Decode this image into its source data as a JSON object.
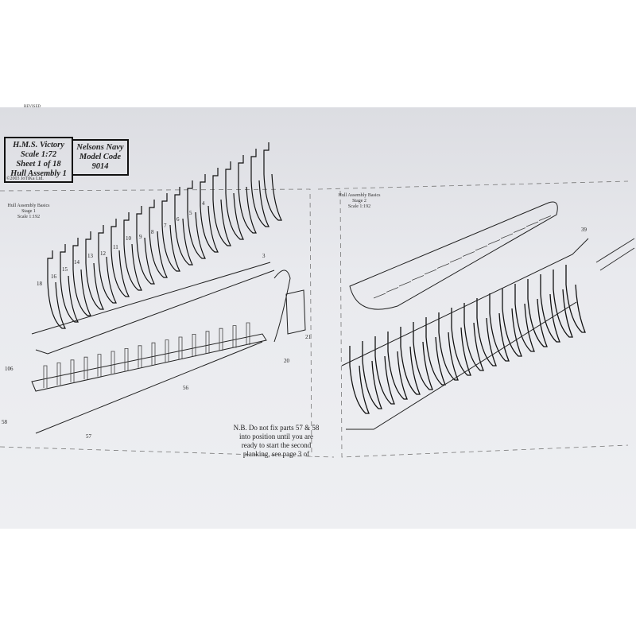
{
  "header_scribble": "REVISED",
  "title_box": {
    "lines": [
      "H.M.S. Victory",
      "Scale 1:72",
      "Sheet 1 of 18",
      "Hull Assembly 1"
    ]
  },
  "code_box": {
    "lines": [
      "Nelsons Navy",
      "Model Code",
      "9014"
    ]
  },
  "copyright": "©2003 JoTiKa Ltd.",
  "stage1": {
    "lines": [
      "Hull Assembly Basics",
      "Stage 1",
      "Scale 1:192"
    ]
  },
  "stage2": {
    "lines": [
      "Hull Assembly Basics",
      "Stage 2",
      "Scale 1:192"
    ]
  },
  "note": {
    "lines": [
      "N.B. Do not fix parts 57 & 58",
      "into position until you are",
      "ready to start the second",
      "planking, see page 3 of"
    ]
  },
  "part_labels": {
    "p18": "18",
    "p16": "16",
    "p15": "15",
    "p14": "14",
    "p13": "13",
    "p12": "12",
    "p11": "11",
    "p10": "10",
    "p9": "9",
    "p8": "8",
    "p7": "7",
    "p6": "6",
    "p5": "5",
    "p4": "4",
    "p3": "3",
    "p106": "106",
    "p58": "58",
    "p57": "57",
    "p56": "56",
    "p20": "20",
    "p21": "21",
    "p39": "39"
  }
}
